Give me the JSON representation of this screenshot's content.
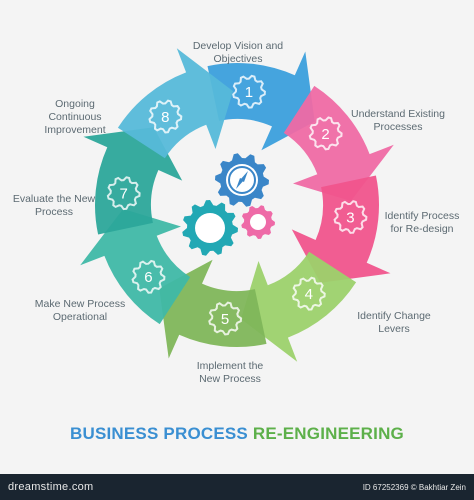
{
  "steps": [
    {
      "num": "1",
      "label": "Develop Vision and\nObjectives"
    },
    {
      "num": "2",
      "label": "Understand Existing\nProcesses"
    },
    {
      "num": "3",
      "label": "Identify Process\nfor Re-design"
    },
    {
      "num": "4",
      "label": "Identify Change\nLevers"
    },
    {
      "num": "5",
      "label": "Implement the\nNew Process"
    },
    {
      "num": "6",
      "label": "Make New Process\nOperational"
    },
    {
      "num": "7",
      "label": "Evaluate the New\nProcess"
    },
    {
      "num": "8",
      "label": "Ongoing\nContinuous\nImprovement"
    }
  ],
  "colors": {
    "step1": "#3b9fdc",
    "step2": "#ef6aa4",
    "step3": "#f0548c",
    "step4": "#9cd16c",
    "step5": "#7fb65a",
    "step6": "#3fb8a6",
    "step7": "#2ca79a",
    "step8": "#56b9d9",
    "gear_blue": "#3a86c8",
    "gear_teal": "#22a8b4",
    "gear_pink": "#ee6aa7",
    "title_blue": "#3a8fd2",
    "title_green": "#5db04a"
  },
  "title": {
    "part1": "BUSINESS PROCESS ",
    "part2": "RE-ENGINEERING"
  },
  "footer": {
    "brand": "dreamstime.com",
    "credit": "ID 67252369 © Bakhtiar Zein"
  }
}
